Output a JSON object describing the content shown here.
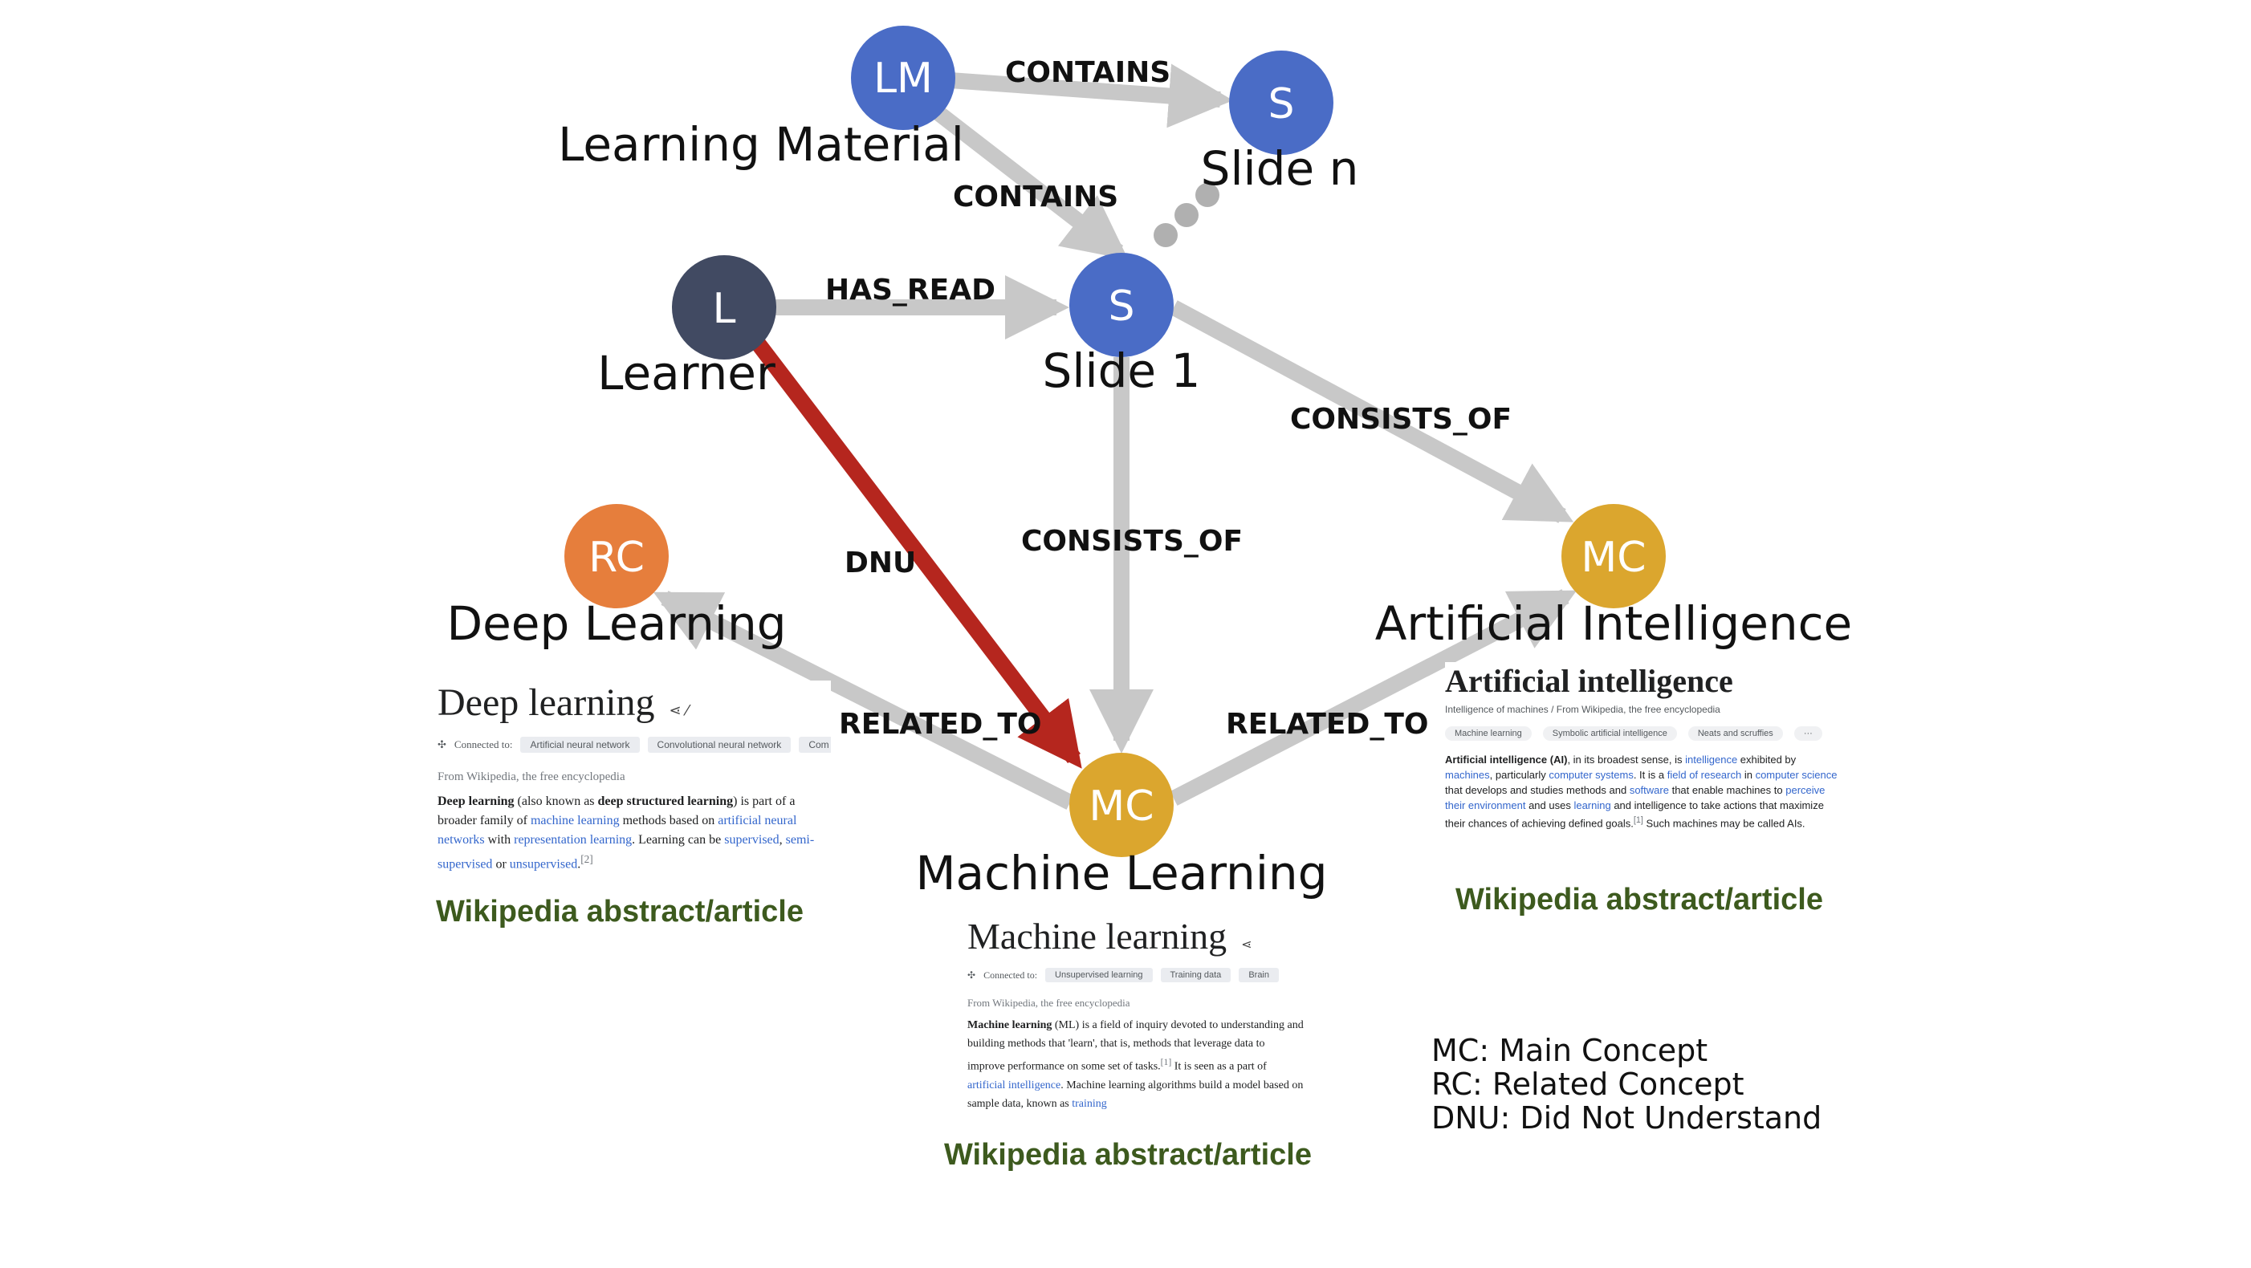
{
  "nodes": {
    "learning_material": {
      "abbr": "LM",
      "label": "Learning Material",
      "color": "#4a6cc6"
    },
    "slide_n": {
      "abbr": "S",
      "label": "Slide n",
      "color": "#4a6cc6"
    },
    "learner": {
      "abbr": "L",
      "label": "Learner",
      "color": "#414a62"
    },
    "slide_1": {
      "abbr": "S",
      "label": "Slide 1",
      "color": "#4a6cc6"
    },
    "deep_learning": {
      "abbr": "RC",
      "label": "Deep Learning",
      "color": "#e67e3c"
    },
    "artificial_intelligence": {
      "abbr": "MC",
      "label": "Artificial Intelligence",
      "color": "#dba62e"
    },
    "machine_learning": {
      "abbr": "MC",
      "label": "Machine Learning",
      "color": "#dba62e"
    }
  },
  "edges": {
    "lm_contains_slide_n": "CONTAINS",
    "lm_contains_slide_1": "CONTAINS",
    "learner_has_read": "HAS_READ",
    "slide1_consists_of_ai": "CONSISTS_OF",
    "slide1_consists_of_ml": "CONSISTS_OF",
    "learner_dnu_ml": "DNU",
    "ml_related_to_dl": "RELATED_TO",
    "ml_related_to_ai": "RELATED_TO"
  },
  "colors": {
    "edge_gray": "#c8c8c8",
    "dnu_red": "#b5261e",
    "ellipsis_gray": "#b0b0b0",
    "caption_green": "#3d5a1e"
  },
  "wiki_caption": "Wikipedia abstract/article",
  "legend": [
    "MC: Main Concept",
    "RC: Related Concept",
    "DNU: Did Not Understand"
  ],
  "wiki": {
    "deep_learning": {
      "title": "Deep learning",
      "tools": "⋖ ⁄",
      "connected_to": "Connected to:",
      "chips": [
        "Artificial neural network",
        "Convolutional neural network",
        "Com"
      ],
      "from": "From Wikipedia, the free encyclopedia",
      "body": {
        "t1": "Deep learning",
        "t2": " (also known as ",
        "t3": "deep structured learning",
        "t4": ") is part of a broader family of ",
        "l1": "machine learning",
        "t5": " methods based on ",
        "l2": "artificial neural networks",
        "t6": " with ",
        "l3": "representation learning",
        "t7": ". Learning can be ",
        "l4": "supervised",
        "t8": ", ",
        "l5": "semi-supervised",
        "t9": " or ",
        "l6": "unsupervised",
        "t10": ".",
        "sup": "[2]"
      }
    },
    "machine_learning": {
      "title": "Machine learning",
      "tools": "⋖",
      "connected_to": "Connected to:",
      "chips": [
        "Unsupervised learning",
        "Training data",
        "Brain"
      ],
      "from": "From Wikipedia, the free encyclopedia",
      "body": {
        "t1": "Machine learning",
        "t2": " (ML)",
        "t3": " is a field of inquiry devoted to understanding and building methods that 'learn', that is, methods that leverage data to improve performance on some set of tasks.",
        "sup": "[1]",
        "t4": " It is seen as a part of ",
        "l1": "artificial intelligence",
        "t5": ". Machine learning algorithms build a model based on sample data, known as ",
        "l2": "training"
      }
    },
    "artificial_intelligence": {
      "title": "Artificial intelligence",
      "subtitle": "Intelligence of machines / From Wikipedia, the free encyclopedia",
      "chips": [
        "Machine learning",
        "Symbolic artificial intelligence",
        "Neats and scruffies",
        "···"
      ],
      "body": {
        "t1": "Artificial intelligence",
        "t2": " (AI)",
        "t3": ", in its broadest sense, is ",
        "l1": "intelligence",
        "t4": " exhibited by ",
        "l2": "machines",
        "t5": ", particularly ",
        "l3": "computer systems",
        "t6": ". It is a ",
        "l4": "field of research",
        "t7": " in ",
        "l5": "computer science",
        "t8": " that develops and studies methods and ",
        "l6": "software",
        "t9": " that enable machines to ",
        "l7": "perceive their environment",
        "t10": " and uses ",
        "l8": "learning",
        "t11": " and intelligence to take actions that maximize their chances of achieving defined goals.",
        "sup": "[1]",
        "t12": " Such machines may be called AIs."
      }
    }
  }
}
